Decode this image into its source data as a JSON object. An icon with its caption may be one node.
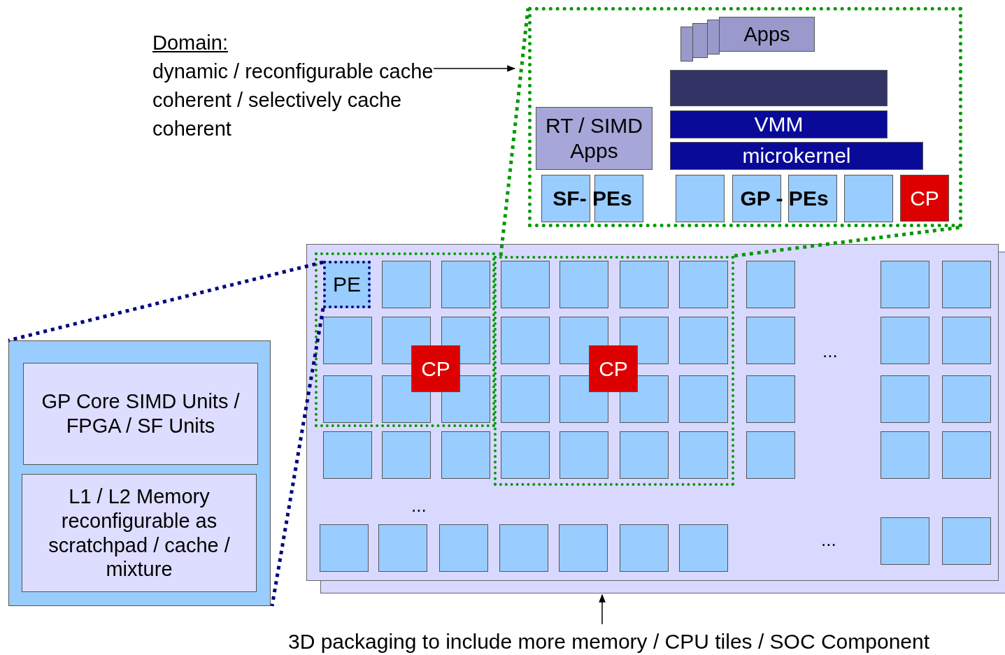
{
  "diagram": {
    "nodes": [
      {
        "text": [
          "Domain:",
          "dynamic / reconfigurable cache coherent / selectively cache coherent"
        ]
      },
      {
        "text": [],
        "shape": "box"
      },
      {
        "text": [
          "Apps"
        ],
        "in": 1
      },
      {
        "text": [],
        "shape": "box",
        "in": 1
      },
      {
        "text": [
          "VMM"
        ],
        "in": 1
      },
      {
        "text": [
          "RT / SIMD Apps"
        ],
        "in": 1
      },
      {
        "text": [
          "microkernel"
        ],
        "in": 1
      },
      {
        "text": [
          "SF- PEs"
        ],
        "in": 1
      },
      {
        "text": [
          "GP - PEs"
        ],
        "in": 1
      },
      {
        "text": [
          "CP"
        ],
        "in": 1
      },
      {
        "text": [],
        "shape": "box"
      },
      {
        "text": [],
        "shape": "box",
        "in": 10
      },
      {
        "text": [],
        "shape": "box",
        "in": 10
      },
      {
        "text": [
          "PE"
        ],
        "in": 11
      },
      {
        "text": [
          "CP"
        ],
        "in": 11
      },
      {
        "text": [
          "CP"
        ],
        "in": 12
      },
      {
        "text": [],
        "shape": "box"
      },
      {
        "text": [
          "GP Core SIMD Units / FPGA / SF Units"
        ],
        "in": 16
      },
      {
        "text": [
          "L1 / L2 Memory reconfigurable as scratchpad / cache / mixture"
        ],
        "in": 16
      },
      {
        "text": [
          "3D packaging to include more memory / CPU tiles / SOC Component"
        ]
      },
      {
        "text": [],
        "shape": "box",
        "in": 11
      },
      {
        "text": [],
        "shape": "box",
        "in": 11
      },
      {
        "text": [],
        "shape": "box",
        "in": 12
      },
      {
        "text": [],
        "shape": "box",
        "in": 12
      },
      {
        "text": [],
        "shape": "box",
        "in": 12
      },
      {
        "text": [],
        "shape": "box",
        "in": 12
      },
      {
        "text": [],
        "shape": "box",
        "in": 10
      },
      {
        "text": [],
        "shape": "box",
        "in": 10
      },
      {
        "text": [],
        "shape": "box",
        "in": 10
      },
      {
        "text": [],
        "shape": "box",
        "in": 11
      },
      {
        "text": [],
        "shape": "box",
        "in": 11
      },
      {
        "text": [],
        "shape": "box",
        "in": 11
      },
      {
        "text": [],
        "shape": "box",
        "in": 12
      },
      {
        "text": [],
        "shape": "box",
        "in": 12
      },
      {
        "text": [],
        "shape": "box",
        "in": 12
      },
      {
        "text": [],
        "shape": "box",
        "in": 12
      },
      {
        "text": [],
        "shape": "box",
        "in": 10
      },
      {
        "text": [],
        "shape": "box",
        "in": 10
      },
      {
        "text": [],
        "shape": "box",
        "in": 10
      },
      {
        "text": [],
        "shape": "box",
        "in": 11
      },
      {
        "text": [],
        "shape": "box",
        "in": 11
      },
      {
        "text": [],
        "shape": "box",
        "in": 11
      },
      {
        "text": [],
        "shape": "box",
        "in": 12
      },
      {
        "text": [],
        "shape": "box",
        "in": 12
      },
      {
        "text": [],
        "shape": "box",
        "in": 12
      },
      {
        "text": [],
        "shape": "box",
        "in": 12
      },
      {
        "text": [],
        "shape": "box",
        "in": 10
      },
      {
        "text": [],
        "shape": "box",
        "in": 10
      },
      {
        "text": [],
        "shape": "box",
        "in": 10
      },
      {
        "text": [],
        "shape": "box",
        "in": 10
      },
      {
        "text": [],
        "shape": "box",
        "in": 10
      },
      {
        "text": [],
        "shape": "box",
        "in": 10
      },
      {
        "text": [],
        "shape": "box",
        "in": 12
      },
      {
        "text": [],
        "shape": "box",
        "in": 12
      },
      {
        "text": [],
        "shape": "box",
        "in": 12
      },
      {
        "text": [],
        "shape": "box",
        "in": 12
      },
      {
        "text": [],
        "shape": "box",
        "in": 10
      },
      {
        "text": [],
        "shape": "box",
        "in": 10
      },
      {
        "text": [],
        "shape": "box",
        "in": 10
      },
      {
        "text": [],
        "shape": "box",
        "in": 10
      },
      {
        "text": [],
        "shape": "box",
        "in": 10
      },
      {
        "text": [],
        "shape": "box",
        "in": 10
      },
      {
        "text": [],
        "shape": "box",
        "in": 10
      },
      {
        "text": [],
        "shape": "box",
        "in": 10
      },
      {
        "text": [],
        "shape": "box",
        "in": 10
      },
      {
        "text": [],
        "shape": "box",
        "in": 10
      },
      {
        "text": [],
        "shape": "box",
        "in": 10
      },
      {
        "text": [],
        "shape": "box",
        "in": 10
      },
      {
        "text": [],
        "shape": "box",
        "in": 1
      },
      {
        "text": [],
        "shape": "box",
        "in": 1
      },
      {
        "text": [],
        "shape": "box",
        "in": 1
      }
    ],
    "edges": [
      {
        "from": 0,
        "to": 1,
        "arrow": "to"
      },
      {
        "from": 19,
        "to": 10,
        "arrow": "to"
      },
      {
        "from": 13,
        "to": 16,
        "arrow": "none",
        "style": "dashed",
        "color": "#000080"
      },
      {
        "from": 13,
        "to": 16,
        "arrow": "none",
        "style": "dashed",
        "color": "#000080"
      },
      {
        "from": 12,
        "to": 1,
        "arrow": "none",
        "style": "dashed",
        "color": "#009900"
      },
      {
        "from": 12,
        "to": 1,
        "arrow": "none",
        "style": "dashed",
        "color": "#009900"
      }
    ],
    "labels": [
      "...",
      "...",
      "..."
    ]
  }
}
